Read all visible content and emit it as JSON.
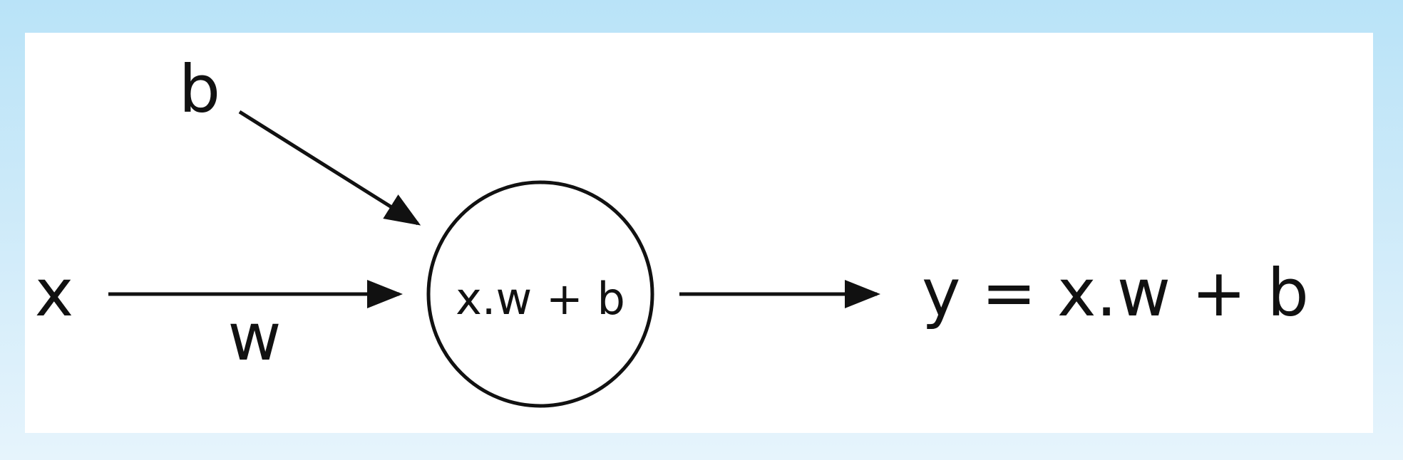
{
  "diagram": {
    "nodes": {
      "input_x": "x",
      "bias_b": "b",
      "neuron": "x.w + b",
      "output": "y = x.w + b"
    },
    "edges": {
      "weight_w": "w"
    },
    "colors": {
      "background_top": "#b9e3f8",
      "background_bottom": "#e6f4fc",
      "card": "#ffffff",
      "ink": "#111111"
    }
  }
}
